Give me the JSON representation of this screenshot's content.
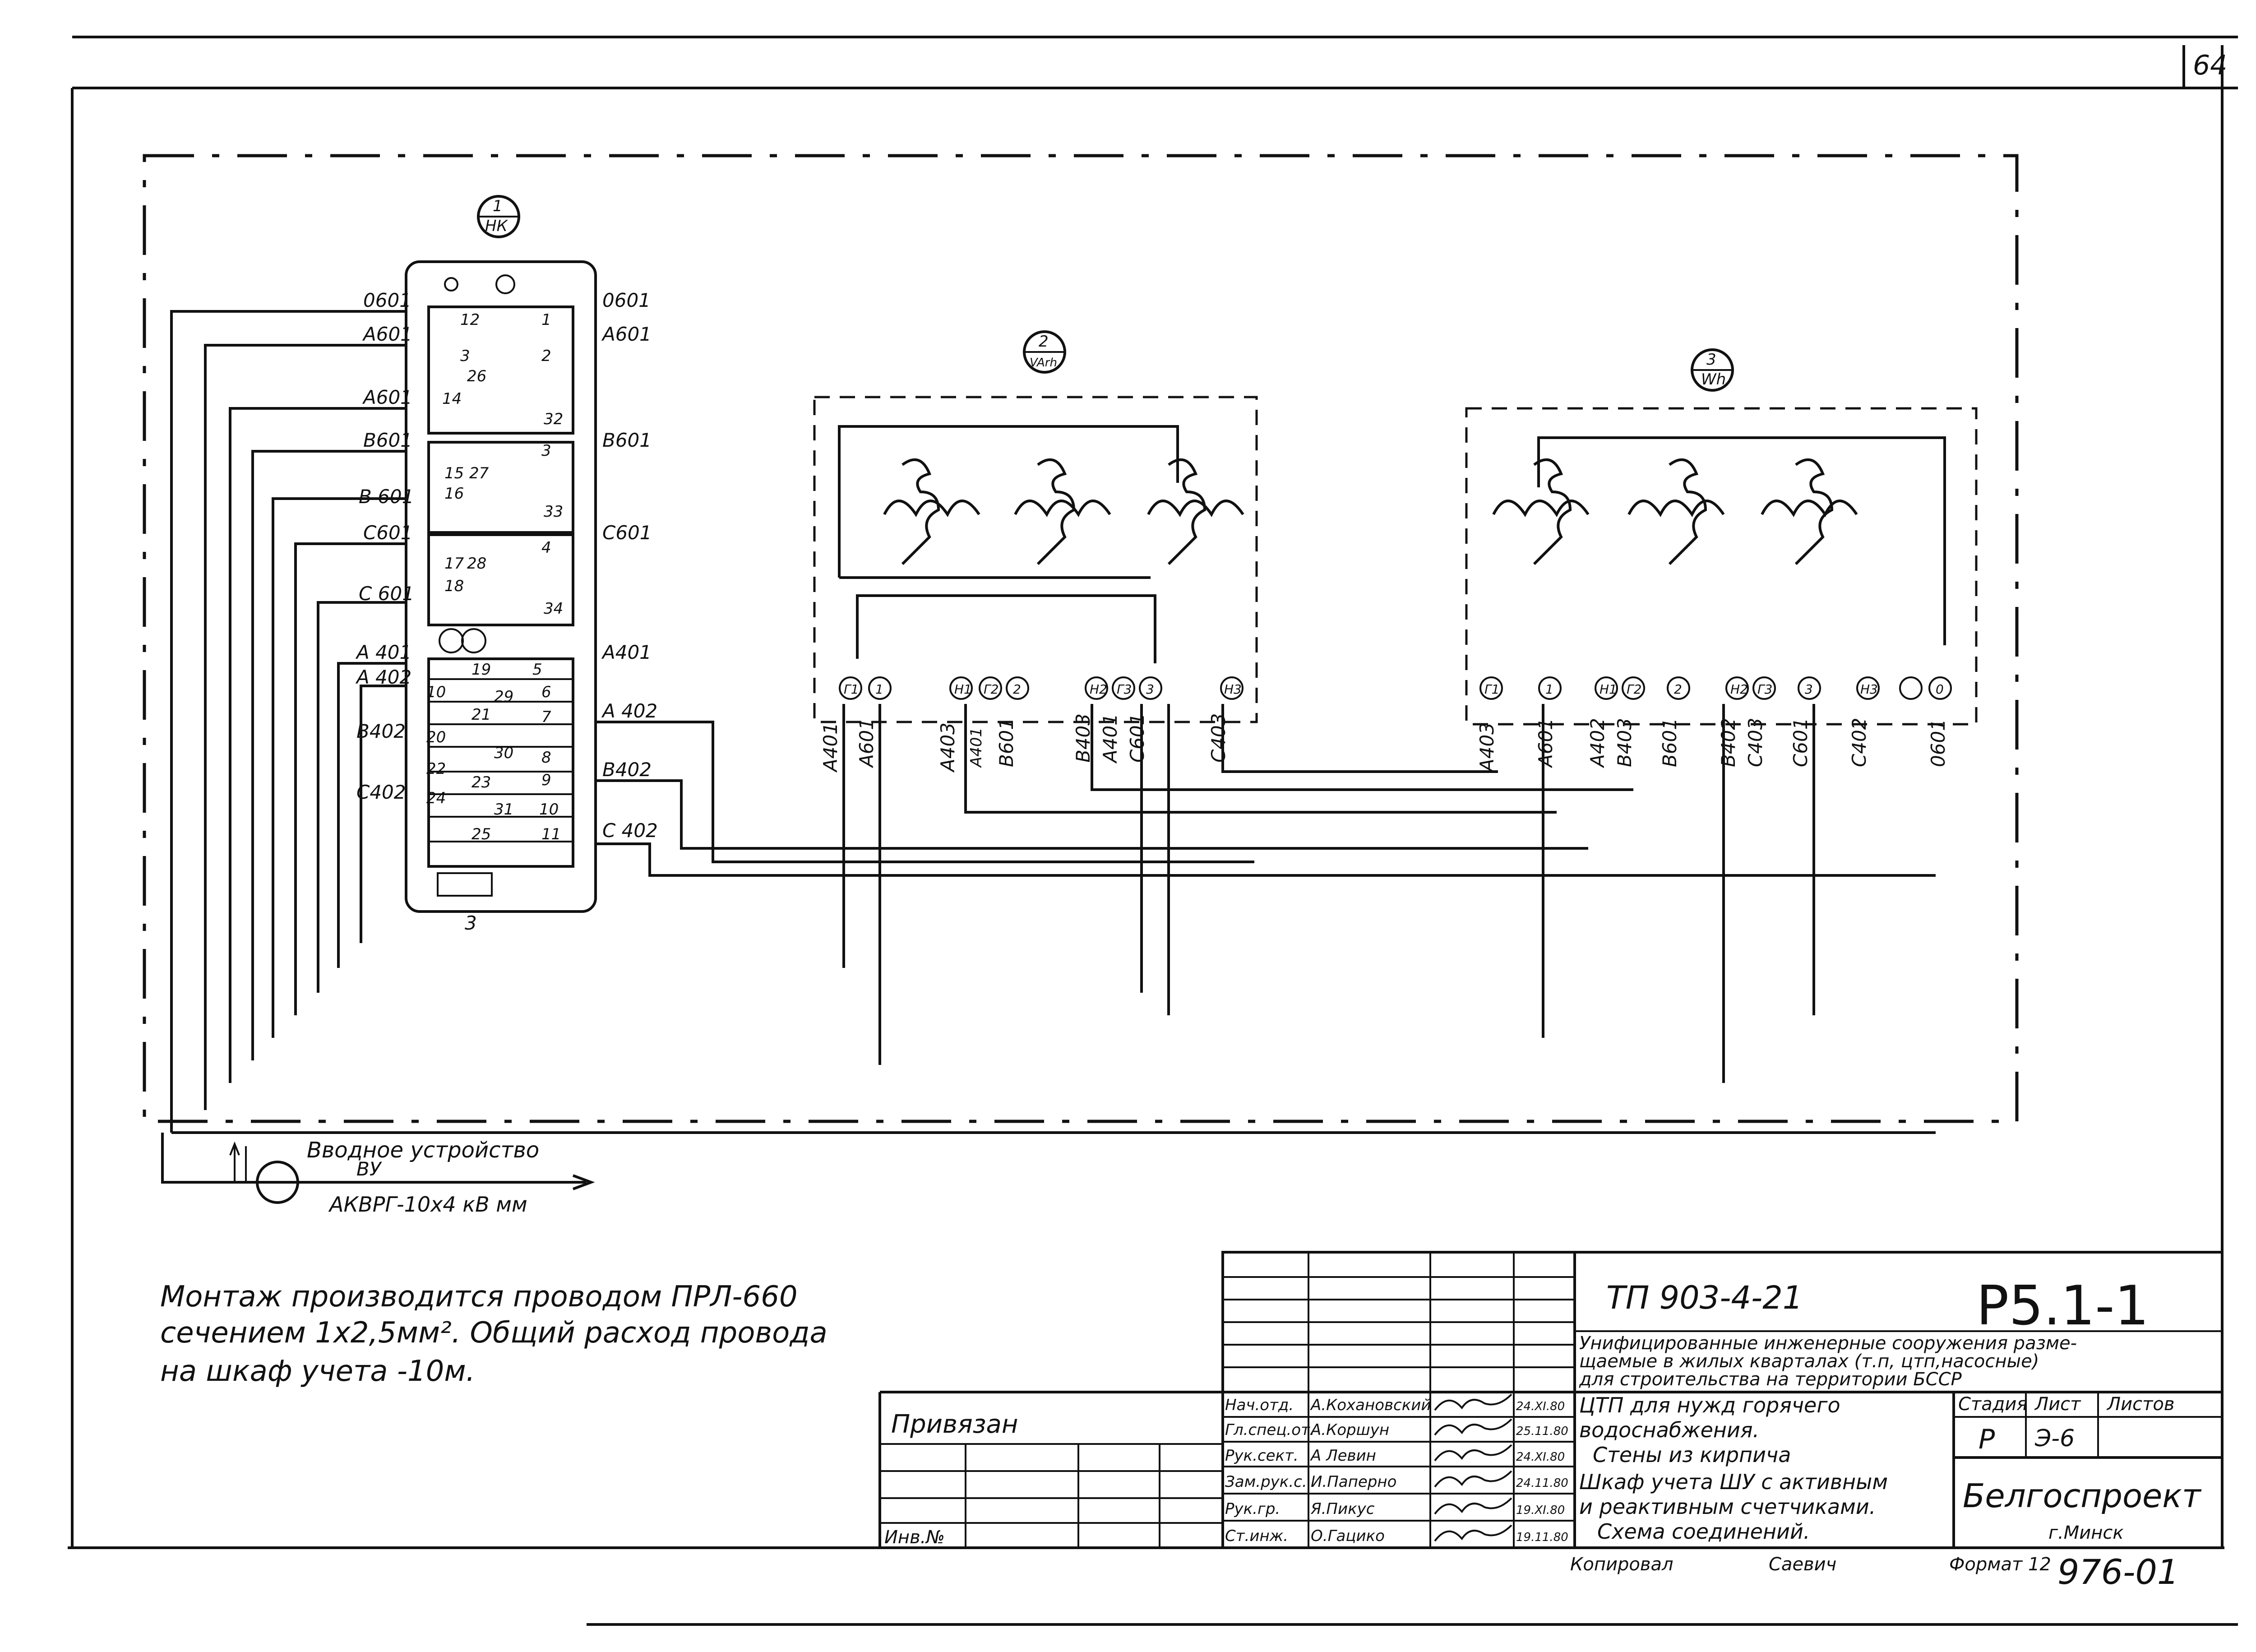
{
  "sheet_number": "64",
  "components": {
    "terminal_block": {
      "tag_top": "1",
      "tag_bottom": "НК",
      "label_bottom": "3"
    },
    "varh_meter": {
      "tag_top": "2",
      "tag_bottom": "VArh"
    },
    "wh_meter": {
      "tag_top": "3",
      "tag_bottom": "Wh"
    }
  },
  "terminal_wires_left": [
    "0601",
    "A601",
    "A601",
    "B601",
    "B 601",
    "C601",
    "C 601",
    "A 401",
    "A 402",
    "B402",
    "C402"
  ],
  "terminal_wires_right": [
    "0601",
    "A601",
    "B601",
    "C601",
    "A401",
    "A 402",
    "B402",
    "C 402"
  ],
  "terminal_numbers": [
    "12",
    "1",
    "3",
    "2",
    "26",
    "14",
    "32",
    "15",
    "27",
    "3",
    "16",
    "33",
    "17",
    "28",
    "4",
    "18",
    "34",
    "19",
    "5",
    "10",
    "29",
    "6",
    "21",
    "7",
    "30",
    "8",
    "23",
    "31",
    "10",
    "25",
    "11",
    "20",
    "24",
    "22",
    "9"
  ],
  "meter2_terminals": [
    "Г1",
    "1",
    "Н1",
    "Г2",
    "2",
    "Н2",
    "Г3",
    "3",
    "Н3"
  ],
  "meter2_wires": [
    "A401",
    "A601",
    "A403",
    "A401",
    "B601",
    "B403",
    "A401",
    "C601",
    "C403"
  ],
  "meter3_terminals": [
    "Г1",
    "1",
    "Н1",
    "Г2",
    "2",
    "Н2",
    "Г3",
    "3",
    "Н3",
    "0"
  ],
  "meter3_wires": [
    "A403",
    "A601",
    "A402",
    "B403",
    "B601",
    "B402",
    "C403",
    "C601",
    "C402",
    "0601"
  ],
  "input_device": {
    "label": "Вводное устройство",
    "code": "ВУ",
    "cable": "АКВРГ-10х4 кВ мм"
  },
  "note_lines": [
    "Монтаж производится проводом ПРЛ-660",
    "сечением 1х2,5мм². Общий расход провода",
    "на шкаф учета -10м."
  ],
  "title_block": {
    "doc_code": "ТП 903-4-21",
    "sheet_code": "Р5.1-1",
    "project_desc": [
      "Унифицированные инженерные сооружения разме-",
      "щаемые в жилых кварталах (т.п, цтп,насосные)",
      "для строительства на территории БССР"
    ],
    "object_lines": [
      "ЦТП для нужд горячего",
      "водоснабжения.",
      "Стены из кирпича"
    ],
    "sheet_title": [
      "Шкаф учета ШУ с активным",
      "и реактивным счетчиками.",
      "Схема соединений."
    ],
    "stage_header": "Стадия",
    "stage": "Р",
    "sheet_header": "Лист",
    "sheet": "Э-6",
    "sheets_header": "Листов",
    "org": "Белгоспроект",
    "city": "г.Минск",
    "privyazan": "Привязан",
    "inv": "Инв.№",
    "roles": [
      "Нач.отд.",
      "Гл.спец.от.",
      "Рук.сект.",
      "Зам.рук.с.",
      "Рук.гр.",
      "Ст.инж."
    ],
    "names": [
      "А.Кохановский",
      "А.Коршун",
      "А Левин",
      "И.Паперно",
      "Я.Пикус",
      "О.Гацико"
    ],
    "dates": [
      "24.XI.80",
      "25.11.80",
      "24.XI.80",
      "24.11.80",
      "19.XI.80",
      "19.11.80"
    ],
    "copied_label": "Копировал",
    "copied_by": "Саевич",
    "format_label": "Формат 12",
    "archive_no": "976-01"
  }
}
